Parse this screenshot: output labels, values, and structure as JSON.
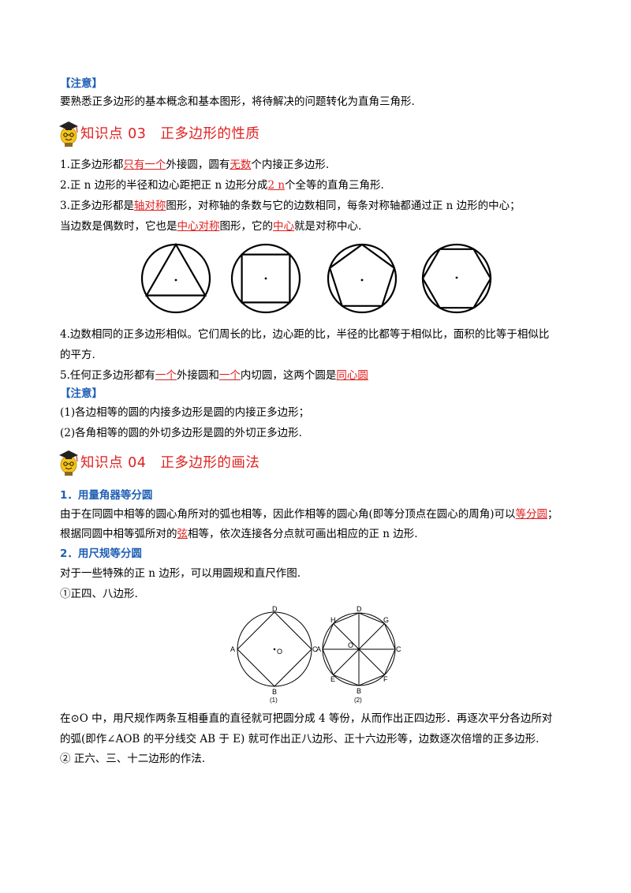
{
  "note1": {
    "header": "【注意】",
    "text": "要熟悉正多边形的基本概念和基本图形，将待解决的问题转化为直角三角形."
  },
  "kp03": {
    "label": "知识点 03",
    "title": "正多边形的性质",
    "item1": {
      "a": "1.正多边形都",
      "b": "只有一个",
      "c": "外接圆，圆有",
      "d": "无数",
      "e": "个内接正多边形."
    },
    "item2": {
      "a": "2.正 n 边形的半径和边心距把正 n 边形分成",
      "b": "2 n",
      "c": "个全等的直角三角形."
    },
    "item3": {
      "a": "3.正多边形都是",
      "b": "轴对称",
      "c": "图形，对称轴的条数与它的边数相同，每条对称轴都通过正 n 边形的中心；"
    },
    "item3b": {
      "a": "当边数是偶数时，它也是",
      "b": "中心对称",
      "c": "图形，它的",
      "d": "中心",
      "e": "就是对称中心."
    },
    "item4a": "4.边数相同的正多边形相似。它们周长的比，边心距的比，半径的比都等于相似比，面积的比等于相似比",
    "item4b": "的平方.",
    "item5": {
      "a": "5.任何正多边形都有",
      "b": "一个",
      "c": "外接圆和",
      "d": "一个",
      "e": "内切圆，这两个圆是",
      "f": "同心圆"
    }
  },
  "note2": {
    "header": "【注意】",
    "line1": "(1)各边相等的圆的内接多边形是圆的内接正多边形；",
    "line2": "(2)各角相等的圆的外切多边形是圆的外切正多边形."
  },
  "kp04": {
    "label": "知识点 04",
    "title": "正多边形的画法",
    "sub1": "1．用量角器等分圆",
    "p1a": {
      "a": "由于在同圆中相等的圆心角所对的弧也相等，因此作相等的圆心角(即等分顶点在圆心的周角)可以",
      "b": "等分圆",
      "c": "；"
    },
    "p1b": {
      "a": "根据同圆中相等弧所对的",
      "b": "弦",
      "c": "相等，依次连接各分点就可画出相应的正 n 边形."
    },
    "sub2": "2．用尺规等分圆",
    "p2": "对于一些特殊的正 n 边形，可以用圆规和直尺作图.",
    "p3": "①正四、八边形.",
    "p4": "在⊙O 中，用尺规作两条互相垂直的直径就可把圆分成 4 等份，从而作出正四边形．再逐次平分各边所对",
    "p5": "的弧(即作∠AOB 的平分线交 AB 于 E) 就可作出正八边形、正十六边形等，边数逐次倍增的正多边形.",
    "p6": "② 正六、三、十二边形的作法."
  },
  "figure2": {
    "left": {
      "A": "A",
      "B": "B",
      "C": "C",
      "D": "D",
      "O": "O",
      "caption": "(1)"
    },
    "right": {
      "A": "A",
      "B": "B",
      "C": "C",
      "D": "D",
      "E": "E",
      "F": "F",
      "G": "G",
      "H": "H",
      "O": "O",
      "caption": "(2)"
    }
  }
}
